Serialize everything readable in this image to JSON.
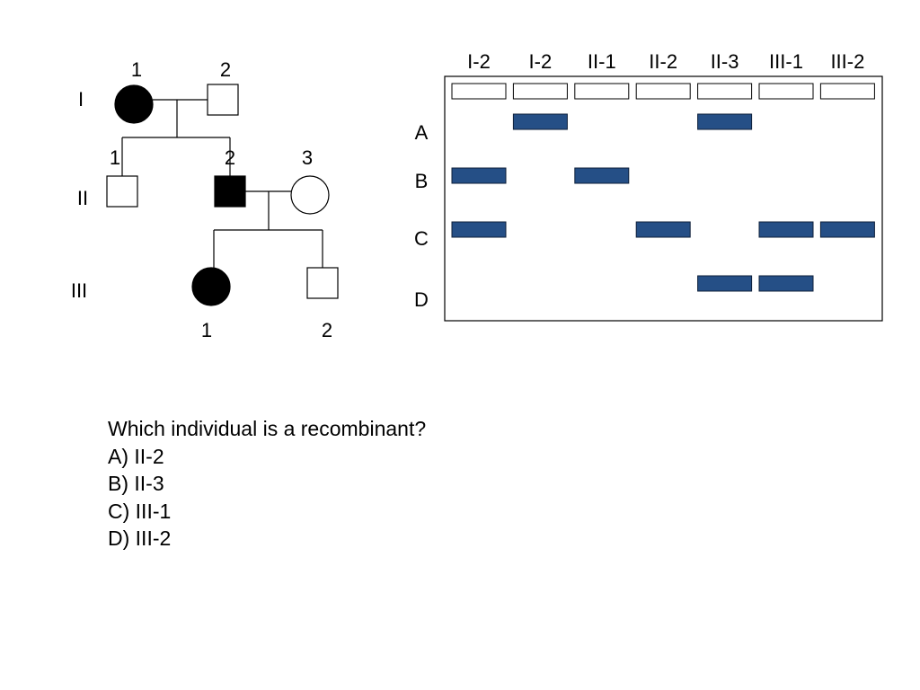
{
  "pedigree": {
    "generations": [
      {
        "label": "I",
        "individuals": [
          {
            "number": "1",
            "sex": "female",
            "affected": true
          },
          {
            "number": "2",
            "sex": "male",
            "affected": false
          }
        ]
      },
      {
        "label": "II",
        "individuals": [
          {
            "number": "1",
            "sex": "male",
            "affected": false
          },
          {
            "number": "2",
            "sex": "male",
            "affected": true
          },
          {
            "number": "3",
            "sex": "female",
            "affected": false
          }
        ]
      },
      {
        "label": "III",
        "individuals": [
          {
            "number": "1",
            "sex": "female",
            "affected": true
          },
          {
            "number": "2",
            "sex": "male",
            "affected": false
          }
        ]
      }
    ]
  },
  "gel": {
    "lanes": [
      "I-2",
      "I-2",
      "II-1",
      "II-2",
      "II-3",
      "III-1",
      "III-2"
    ],
    "rows": [
      "A",
      "B",
      "C",
      "D"
    ],
    "band_color": "#254f86",
    "bands": [
      {
        "lane": 1,
        "row": "A"
      },
      {
        "lane": 4,
        "row": "A"
      },
      {
        "lane": 0,
        "row": "B"
      },
      {
        "lane": 2,
        "row": "B"
      },
      {
        "lane": 0,
        "row": "C"
      },
      {
        "lane": 3,
        "row": "C"
      },
      {
        "lane": 5,
        "row": "C"
      },
      {
        "lane": 6,
        "row": "C"
      },
      {
        "lane": 4,
        "row": "D"
      },
      {
        "lane": 5,
        "row": "D"
      }
    ]
  },
  "question": {
    "prompt": "Which individual is a recombinant?",
    "options": [
      "A) II-2",
      "B) II-3",
      "C) III-1",
      "D) III-2"
    ]
  }
}
